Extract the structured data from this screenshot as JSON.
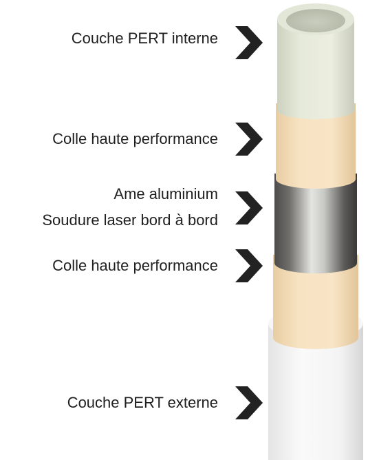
{
  "layers": [
    {
      "id": "inner",
      "lines": [
        "Couche PERT interne"
      ],
      "color": "#dfe4d4"
    },
    {
      "id": "adhesive-top",
      "lines": [
        "Colle haute performance"
      ],
      "color": "#f3dcb9"
    },
    {
      "id": "aluminium",
      "lines": [
        "Ame aluminium",
        "Soudure laser bord à bord"
      ],
      "color": "#8c8c8a"
    },
    {
      "id": "adhesive-bottom",
      "lines": [
        "Colle haute performance"
      ],
      "color": "#f3dcb9"
    },
    {
      "id": "outer",
      "lines": [
        "Couche PERT externe"
      ],
      "color": "#f2f2f2"
    }
  ],
  "chevron_color": "#222222"
}
